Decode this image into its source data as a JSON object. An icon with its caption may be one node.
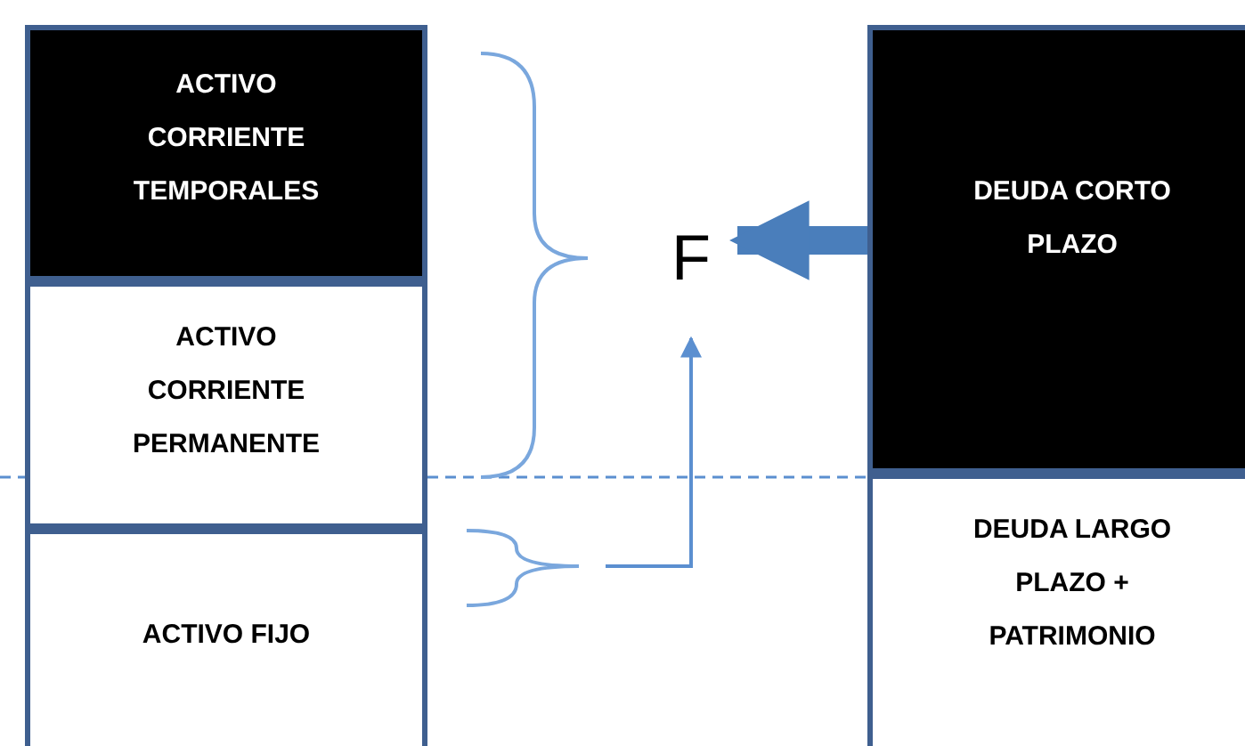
{
  "diagram": {
    "nodes": [
      {
        "text": [
          "ACTIVO CORRIENTE TEMPORALES"
        ]
      },
      {
        "text": [
          "ACTIVO CORRIENTE PERMANENTE"
        ]
      },
      {
        "text": [
          "ACTIVO FIJO"
        ]
      },
      {
        "text": [
          "F"
        ]
      },
      {
        "text": [
          "DEUDA CORTO PLAZO"
        ]
      },
      {
        "text": [
          "DEUDA LARGO PLAZO + PATRIMONIO"
        ]
      }
    ],
    "edges": [
      {
        "from": 4,
        "to": 3,
        "arrow": "to",
        "style": "thick"
      },
      {
        "from": null,
        "to": 3,
        "arrow": "to"
      }
    ]
  }
}
